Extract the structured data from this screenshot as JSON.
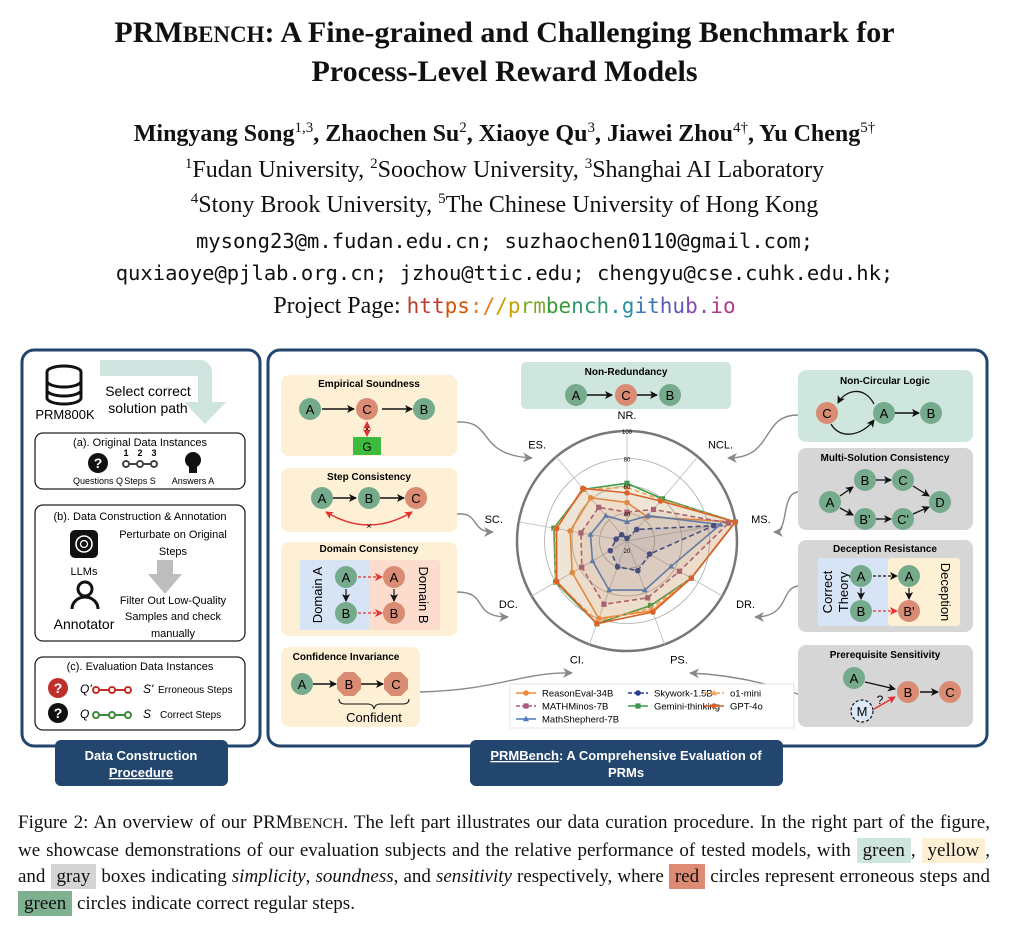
{
  "paper": {
    "title_prefix": "PRM",
    "title_smallcaps": "BENCH",
    "title_rest": ": A Fine-grained and Challenging Benchmark for",
    "title_line2": "Process-Level Reward Models",
    "authors": [
      {
        "name": "Mingyang Song",
        "sup": "1,3",
        "sep": ", "
      },
      {
        "name": "Zhaochen Su",
        "sup": "2",
        "sep": ", "
      },
      {
        "name": "Xiaoye Qu",
        "sup": "3",
        "sep": ", "
      },
      {
        "name": "Jiawei Zhou",
        "sup": "4†",
        "sep": ", "
      },
      {
        "name": "Yu Cheng",
        "sup": "5†",
        "sep": ""
      }
    ],
    "affiliations": [
      {
        "sup": "1",
        "name": "Fudan University, "
      },
      {
        "sup": "2",
        "name": "Soochow University, "
      },
      {
        "sup": "3",
        "name": "Shanghai AI Laboratory"
      },
      {
        "sup": "4",
        "name": "Stony Brook University, "
      },
      {
        "sup": "5",
        "name": "The Chinese University of Hong Kong"
      }
    ],
    "emails_line1": "mysong23@m.fudan.edu.cn; suzhaochen0110@gmail.com;",
    "emails_line2": "quxiaoye@pjlab.org.cn; jzhou@ttic.edu; chengyu@cse.cuhk.edu.hk;",
    "project_label": "Project Page: ",
    "project_url": "https://prmbench.github.io",
    "url_colors": [
      "#c0392b",
      "#d35400",
      "#e67e22",
      "#c9a000",
      "#7daa2a",
      "#3a9a3a",
      "#2f9a6e",
      "#2b8fa0",
      "#3a78b5",
      "#5a5ab5",
      "#8a4ab0",
      "#b03a8a"
    ]
  },
  "figure": {
    "left": {
      "dataset": "PRM800K",
      "select_line1": "Select correct",
      "select_line2": "solution path",
      "a_title": "(a). Original Data Instances",
      "a_steps_nums": [
        "1",
        "2",
        "3"
      ],
      "a_questions": "Questions Q",
      "a_steps": "Steps S",
      "a_answers": "Answers A",
      "b_title": "(b). Data Construction & Annotation",
      "b_llms": "LLMs",
      "b_annotator": "Annotator",
      "b_perturb_1": "Perturbate on Original",
      "b_perturb_2": "Steps",
      "b_filter_1": "Filter Out  Low-Quality",
      "b_filter_2": "Samples and check",
      "b_filter_3": "manually",
      "c_title": "(c). Evaluation Data Instances",
      "c_q_err": "Q'",
      "c_s_err": "S'",
      "c_err_label": "Erroneous Steps",
      "c_q": "Q",
      "c_s": "S",
      "c_ok_label": "Correct Steps",
      "footer_line1": "Data Construction",
      "footer_line2": "Procedure"
    },
    "right": {
      "footer_link": "PRMBench",
      "footer_rest": ": A Comprehensive Evaluation of",
      "footer_line2": "PRMs",
      "empirical": {
        "title": "Empirical Soundness",
        "nodes": [
          "A",
          "C",
          "B"
        ],
        "ground": "G",
        "cross": "×"
      },
      "step": {
        "title": "Step Consistency",
        "nodes": [
          "A",
          "B",
          "C"
        ],
        "cross": "×"
      },
      "domain": {
        "title": "Domain Consistency",
        "domain_a": "Domain A",
        "domain_b": "Domain B",
        "nodes": [
          "A",
          "B",
          "A",
          "B"
        ]
      },
      "confidence": {
        "title": "Confidence Invariance",
        "nodes": [
          "A",
          "B",
          "C"
        ],
        "brace_label": "Confident"
      },
      "nonredundancy": {
        "title": "Non-Redundancy",
        "nodes": [
          "A",
          "C",
          "B"
        ]
      },
      "noncircular": {
        "title": "Non-Circular Logic",
        "nodes": [
          "C",
          "A",
          "B"
        ]
      },
      "multisolution": {
        "title": "Multi-Solution Consistency",
        "nodes": [
          "A",
          "B",
          "C",
          "D",
          "B'",
          "C'"
        ]
      },
      "deception": {
        "title": "Deception Resistance",
        "correct_1": "Correct",
        "correct_2": "Theory",
        "deception": "Deception",
        "nodes": [
          "A",
          "B",
          "A",
          "B'"
        ]
      },
      "prerequisite": {
        "title": "Prerequisite Sensitivity",
        "nodes": [
          "A",
          "M",
          "B",
          "C"
        ],
        "question": "?"
      }
    }
  },
  "chart_data": {
    "type": "radar",
    "axes": [
      "NR.",
      "NCL.",
      "MS.",
      "DR.",
      "PS.",
      "CI.",
      "DC.",
      "SC.",
      "ES."
    ],
    "rlim": [
      20,
      100
    ],
    "rticks": [
      20,
      40,
      60,
      80,
      100
    ],
    "legend_position": "bottom",
    "series": [
      {
        "name": "ReasonEval-34B",
        "color": "#f08a3c",
        "marker": "circle",
        "dash": false,
        "values": [
          48,
          43,
          100,
          74,
          74,
          80,
          66,
          62,
          61
        ]
      },
      {
        "name": "MATHMinos-7B",
        "color": "#a8587e",
        "marker": "square",
        "dash": true,
        "values": [
          41,
          50,
          95,
          64,
          64,
          69,
          58,
          54,
          52
        ]
      },
      {
        "name": "MathShepherd-7B",
        "color": "#4a78c0",
        "marker": "triangle",
        "dash": false,
        "values": [
          34,
          44,
          89,
          57,
          58,
          58,
          49,
          47,
          44
        ]
      },
      {
        "name": "Skywork-1.5B",
        "color": "#2c3f8f",
        "marker": "circle",
        "dash": true,
        "values": [
          22,
          31,
          84,
          39,
          43,
          40,
          34,
          28,
          26
        ]
      },
      {
        "name": "Gemini-thinking",
        "color": "#3c9a48",
        "marker": "square",
        "dash": false,
        "values": [
          62,
          60,
          100,
          74,
          70,
          84,
          80,
          74,
          69
        ]
      },
      {
        "name": "o1-mini",
        "color": "#f5a05a",
        "marker": "triangle",
        "dash": true,
        "values": [
          59,
          59,
          100,
          74,
          72,
          82,
          80,
          73,
          69
        ]
      },
      {
        "name": "GPT-4o",
        "color": "#d9632a",
        "marker": "circle",
        "dash": false,
        "values": [
          55,
          58,
          100,
          74,
          75,
          84,
          79,
          72,
          70
        ]
      }
    ]
  },
  "caption": {
    "s1": "Figure 2: An overview of our PRM",
    "s1_sc": "BENCH",
    "s2": ". The left part illustrates our data curation procedure. In the right part of the figure, we showcase demonstrations of our evaluation subjects and the relative performance of tested models, with ",
    "green": "green",
    "s3": ", ",
    "yellow": "yellow",
    "s4": ", and ",
    "gray": "gray",
    "s5": " boxes indicating ",
    "simplicity": "simplicity",
    "s6": ", ",
    "soundness": "soundness",
    "s7": ", and ",
    "sensitivity": "sensitivity",
    "s8": " respectively, where ",
    "red": "red",
    "s9": " circles represent erroneous steps and ",
    "green2": "green",
    "s10": " circles indicate correct regular steps."
  },
  "colors": {
    "navy": "#23466e",
    "node_green": "#76aa8c",
    "node_red": "#d98b73",
    "box_green": "#cfe6df",
    "box_yellow": "#fdf0d5",
    "box_gray": "#d6d6d6"
  }
}
